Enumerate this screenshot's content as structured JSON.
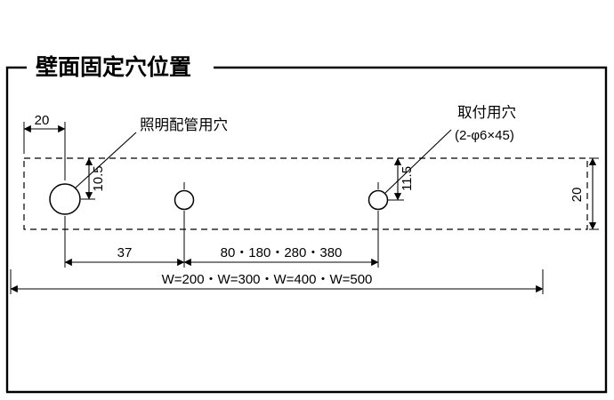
{
  "title": "壁面固定穴位置",
  "callouts": {
    "lighting_hole_label": "照明配管用穴",
    "mounting_hole_label": "取付用穴",
    "mounting_hole_spec": "(2-φ6×45)"
  },
  "dimensions": {
    "left_edge_to_hole": "20",
    "lighting_hole_top_offset": "10.5",
    "mounting_hole_top_offset": "11.5",
    "plate_height": "20",
    "hole_pitch_1": "37",
    "hole_pitch_2": "80・180・280・380",
    "overall_width": "W=200・W=300・W=400・W=500"
  },
  "colors": {
    "line": "#000000",
    "background": "#ffffff"
  }
}
